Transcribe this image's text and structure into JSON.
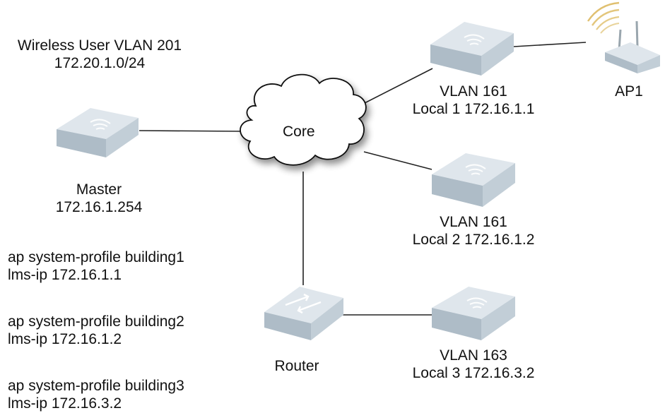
{
  "diagram": {
    "title_note": {
      "line1": "Wireless User VLAN 201",
      "line2": "172.20.1.0/24"
    },
    "nodes": {
      "master": {
        "icon": "controller-icon",
        "name": "Master",
        "ip": "172.16.1.254"
      },
      "core": {
        "icon": "cloud-icon",
        "name": "Core"
      },
      "local1": {
        "icon": "controller-icon",
        "vlan": "VLAN 161",
        "detail": "Local 1 172.16.1.1"
      },
      "local2": {
        "icon": "controller-icon",
        "vlan": "VLAN 161",
        "detail": "Local 2 172.16.1.2"
      },
      "local3": {
        "icon": "controller-icon",
        "vlan": "VLAN 163",
        "detail": "Local 3 172.16.3.2"
      },
      "router": {
        "icon": "router-icon",
        "name": "Router"
      },
      "ap1": {
        "icon": "access-point-icon",
        "name": "AP1"
      }
    },
    "links": [
      [
        "master",
        "core"
      ],
      [
        "core",
        "local1"
      ],
      [
        "core",
        "local2"
      ],
      [
        "core",
        "router"
      ],
      [
        "router",
        "local3"
      ],
      [
        "local1",
        "ap1"
      ]
    ],
    "config": [
      {
        "profile": "ap system-profile building1",
        "lms": "lms-ip 172.16.1.1"
      },
      {
        "profile": "ap system-profile building2",
        "lms": "lms-ip 172.16.1.2"
      },
      {
        "profile": "ap system-profile building3",
        "lms": "lms-ip 172.16.3.2"
      }
    ],
    "colors": {
      "device_top": "#dfe6ec",
      "device_side": "#aebcc7",
      "device_front": "#c2ced7",
      "link": "#222222",
      "signal": "#e0c070"
    }
  }
}
